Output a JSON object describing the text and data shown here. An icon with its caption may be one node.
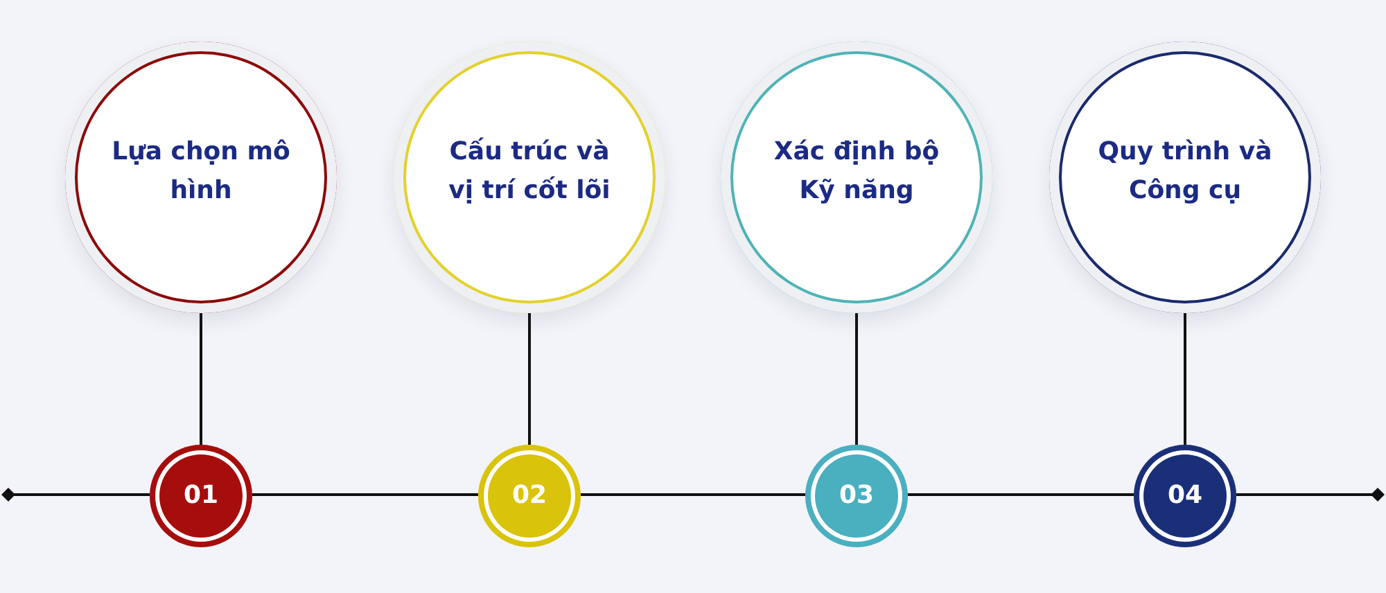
{
  "diagram": {
    "nodes": [
      {
        "text": [
          "Lựa chọn mô hình"
        ]
      },
      {
        "text": [
          "Cấu trúc và vị trí cốt lõi"
        ]
      },
      {
        "text": [
          "Xác định bộ Kỹ năng"
        ]
      },
      {
        "text": [
          "Quy trình và Công cụ"
        ]
      },
      {
        "text": [
          "01"
        ]
      },
      {
        "text": [
          "02"
        ]
      },
      {
        "text": [
          "03"
        ]
      },
      {
        "text": [
          "04"
        ]
      }
    ],
    "edges": [
      {
        "from": 0,
        "to": 4,
        "arrow": "none"
      },
      {
        "from": 1,
        "to": 5,
        "arrow": "none"
      },
      {
        "from": 2,
        "to": 6,
        "arrow": "none"
      },
      {
        "from": 3,
        "to": 7,
        "arrow": "none"
      }
    ]
  }
}
